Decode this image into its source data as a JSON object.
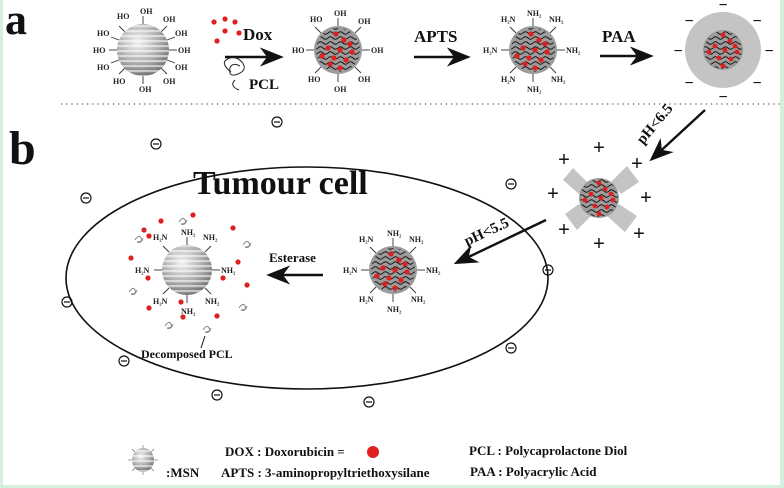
{
  "panels": {
    "a": {
      "label": "a"
    },
    "b": {
      "label": "b"
    }
  },
  "step_labels": {
    "dox": "Dox",
    "pcl": "PCL",
    "apts": "APTS",
    "paa": "PAA",
    "ph65": "pH<6.5",
    "ph55": "pH<5.5",
    "esterase": "Esterase"
  },
  "cell": {
    "title": "Tumour cell"
  },
  "annotations": {
    "decomposed_pcl": "Decomposed PCL"
  },
  "groups": {
    "oh": "OH",
    "ho": "HO",
    "nh2": "NH₂",
    "h2n": "H₂N"
  },
  "charges": {
    "negative_sign": "−",
    "positive_sign": "+"
  },
  "legend": {
    "msn": ":MSN",
    "dox": "DOX : Doxorubicin =",
    "apts": "APTS : 3-aminopropyltriethoxysilane",
    "pcl": "PCL : Polycaprolactone Diol",
    "paa": "PAA : Polyacrylic Acid"
  },
  "colors": {
    "dox_red": "#e02020",
    "particle_gray": "#a8a8a8",
    "shell_gray": "#c8c8c8",
    "border_green": "#d4f0dc"
  }
}
